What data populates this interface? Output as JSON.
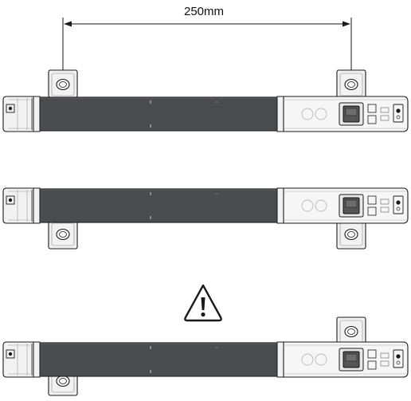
{
  "dimension": {
    "label": "250mm"
  },
  "colors": {
    "outline": "#1a1a1a",
    "body_fill": "#f2f2f2",
    "dark_panel": "#4a4d4f",
    "panel_edge": "#2b2b2b",
    "switch_fill": "#555555",
    "warning_fill": "#ffffff"
  },
  "icons": {
    "warning": "warning-triangle-icon",
    "mounting_hole": "mounting-hole-icon",
    "rocker_switch": "rocker-switch-icon"
  },
  "variants": [
    {
      "name": "both-brackets-up"
    },
    {
      "name": "both-brackets-down"
    },
    {
      "name": "mixed-brackets-incorrect"
    }
  ]
}
